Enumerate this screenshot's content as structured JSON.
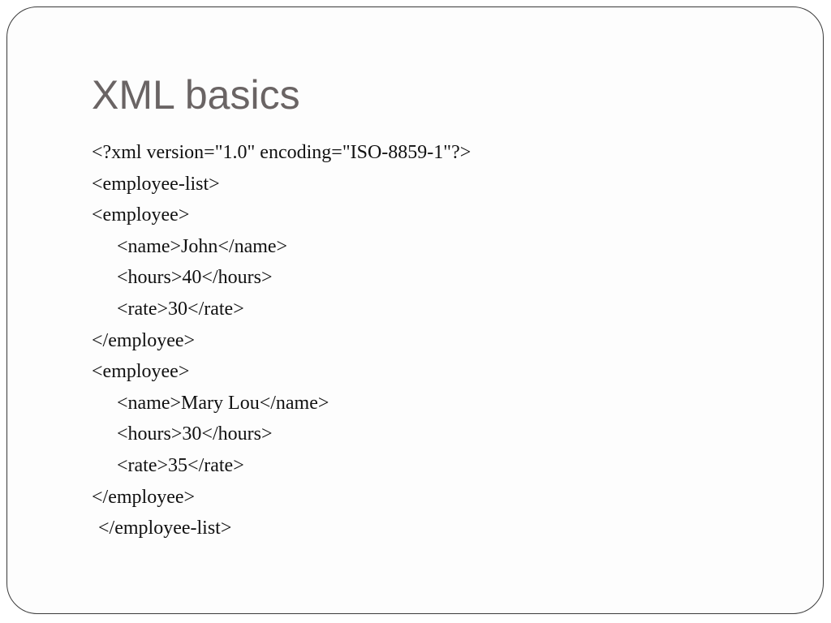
{
  "slide": {
    "title": "XML basics",
    "lines": [
      {
        "text": "<?xml version=\"1.0\" encoding=\"ISO-8859-1\"?>",
        "indent": 0
      },
      {
        "text": "<employee-list>",
        "indent": 0
      },
      {
        "text": "<employee>",
        "indent": 0
      },
      {
        "text": "<name>John</name>",
        "indent": 1
      },
      {
        "text": "<hours>40</hours>",
        "indent": 1
      },
      {
        "text": "<rate>30</rate>",
        "indent": 1
      },
      {
        "text": "</employee>",
        "indent": 0
      },
      {
        "text": "<employee>",
        "indent": 0
      },
      {
        "text": "<name>Mary Lou</name>",
        "indent": 1
      },
      {
        "text": "<hours>30</hours>",
        "indent": 1
      },
      {
        "text": "<rate>35</rate>",
        "indent": 1
      },
      {
        "text": "</employee>",
        "indent": 0
      },
      {
        "text": "</employee-list>",
        "indent": 0.5
      }
    ]
  }
}
